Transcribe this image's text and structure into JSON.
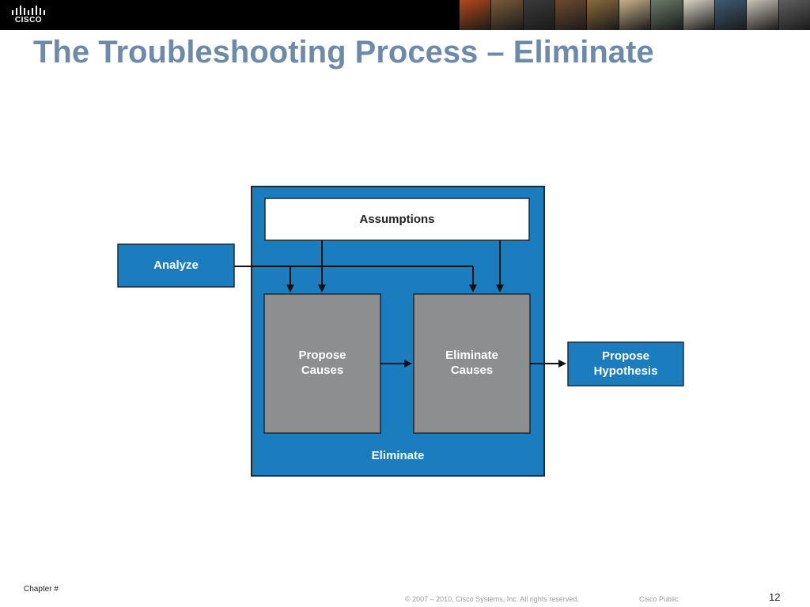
{
  "header": {
    "logo_text": "CISCO",
    "title": "The Troubleshooting Process – Eliminate",
    "photo_colors": [
      "#b3471b",
      "#7a5a3a",
      "#3a3a3a",
      "#6e4a2e",
      "#8a6a3a",
      "#c7b08a",
      "#6a7a6a",
      "#d9d2c4",
      "#3f5b74",
      "#c9c3b8",
      "#5f5f5f"
    ]
  },
  "diagram": {
    "assumptions_label": "Assumptions",
    "analyze_label": "Analyze",
    "propose_causes_label": [
      "Propose",
      "Causes"
    ],
    "eliminate_causes_label": [
      "Eliminate",
      "Causes"
    ],
    "propose_hypothesis_label": [
      "Propose",
      "Hypothesis"
    ],
    "eliminate_label": "Eliminate",
    "colors": {
      "blue": "#1b7dbd",
      "gray": "#8c8e90",
      "border": "#1e2a33"
    }
  },
  "footer": {
    "chapter": "Chapter #",
    "copyright": "© 2007 – 2010, Cisco Systems, Inc. All rights reserved.",
    "classification": "Cisco Public",
    "page_number": "12"
  }
}
